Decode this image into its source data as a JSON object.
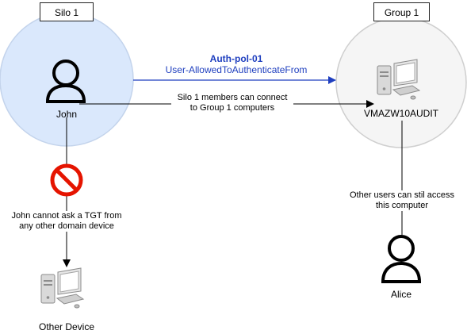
{
  "silo": {
    "label": "Silo 1",
    "user_name": "John"
  },
  "group": {
    "label": "Group 1",
    "computer_name": "VMAZW10AUDIT"
  },
  "policy": {
    "name": "Auth-pol-01",
    "attribute": "User-AllowedToAuthenticateFrom"
  },
  "connect_note": {
    "line1": "Silo 1 members can connect",
    "line2": "to Group 1 computers"
  },
  "deny_note": {
    "line1": "John cannot ask a TGT from",
    "line2": "any other domain device"
  },
  "other_device": {
    "label": "Other Device"
  },
  "other_users_note": {
    "line1": "Other users can stil access",
    "line2": "this computer"
  },
  "alice": {
    "name": "Alice"
  },
  "colors": {
    "silo_fill": "#dae8fc",
    "silo_stroke": "#c4d4ec",
    "group_fill": "#f5f5f5",
    "group_stroke": "#cfcfcf",
    "policy_blue": "#1f3fbf",
    "deny_red": "#e51400"
  }
}
